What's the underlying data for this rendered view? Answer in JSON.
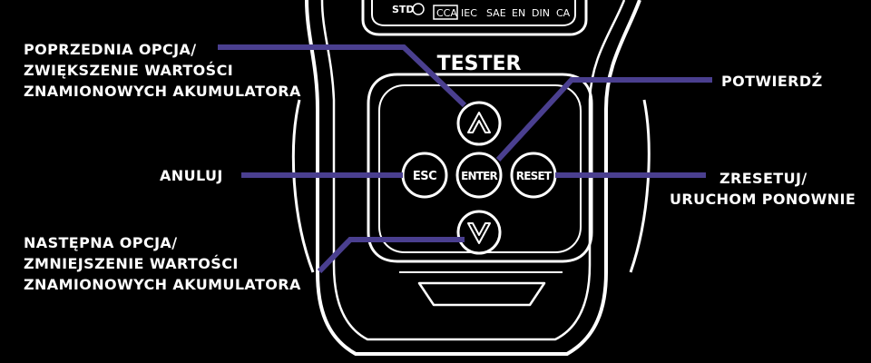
{
  "device": {
    "brand_label": "TESTER",
    "screen_badge": "STD",
    "screen_standards": [
      "CCA",
      "IEC",
      "SAE",
      "EN",
      "DIN",
      "CA"
    ]
  },
  "buttons": {
    "up_icon": "chevron-up-icon",
    "down_icon": "chevron-down-icon",
    "esc": "ESC",
    "enter": "ENTER",
    "reset": "RESET"
  },
  "callouts": {
    "prev_option": [
      "POPRZEDNIA OPCJA/",
      "ZWIĘKSZENIE WARTOŚCI",
      "ZNAMIONOWYCH AKUMULATORA"
    ],
    "confirm": [
      "POTWIERDŹ"
    ],
    "cancel": [
      "ANULUJ"
    ],
    "reset_restart": [
      "ZRESETUJ/",
      "URUCHOM PONOWNIE"
    ],
    "next_option": [
      "NASTĘPNA OPCJA/",
      "ZMNIEJSZENIE WARTOŚCI",
      "ZNAMIONOWYCH AKUMULATORA"
    ]
  },
  "colors": {
    "background": "#000000",
    "outline": "#ffffff",
    "leader_line": "#4a3f8f"
  }
}
